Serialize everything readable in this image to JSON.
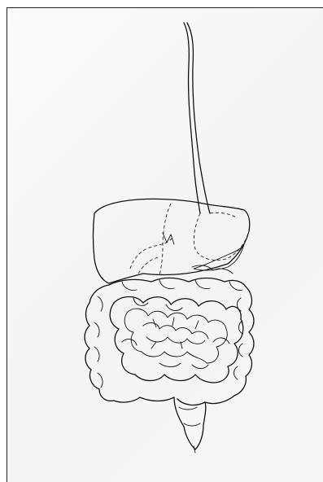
{
  "diagram": {
    "subject": "digestive-system-line-drawing",
    "colors": {
      "paper": "#f6f6f6",
      "ink": "#111111",
      "border": "#222222"
    },
    "parts": [
      {
        "name": "esophagus",
        "icon": "tube"
      },
      {
        "name": "liver",
        "icon": "organ-outline"
      },
      {
        "name": "stomach",
        "icon": "organ-outline"
      },
      {
        "name": "gallbladder",
        "icon": "dashed-outline"
      },
      {
        "name": "pancreas",
        "icon": "organ-outline"
      },
      {
        "name": "large-intestine",
        "icon": "coiled-outline"
      },
      {
        "name": "small-intestine",
        "icon": "coiled-outline"
      },
      {
        "name": "rectum",
        "icon": "tube"
      }
    ]
  }
}
